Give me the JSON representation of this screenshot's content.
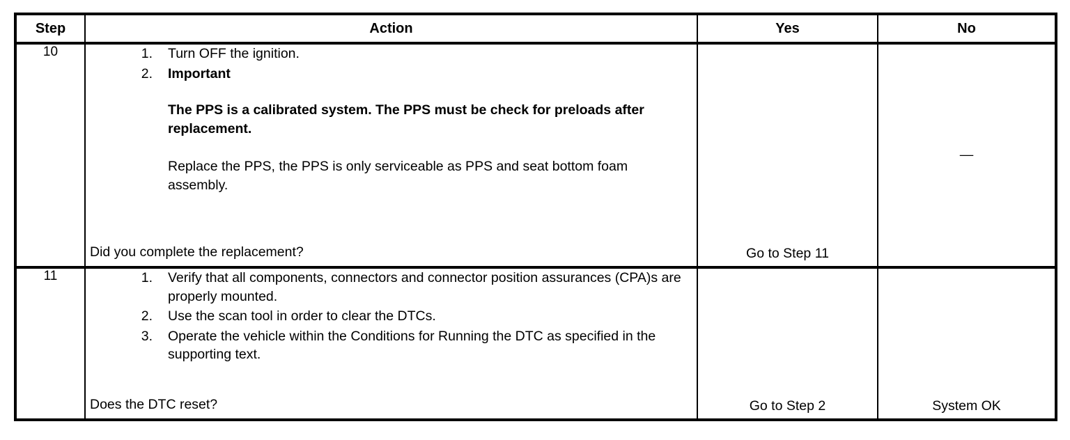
{
  "table": {
    "columns": [
      {
        "key": "step",
        "label": "Step"
      },
      {
        "key": "action",
        "label": "Action"
      },
      {
        "key": "yes",
        "label": "Yes"
      },
      {
        "key": "no",
        "label": "No"
      }
    ],
    "rows": [
      {
        "step": "10",
        "list": [
          {
            "num": "1.",
            "text": "Turn OFF the ignition.",
            "bold": false
          },
          {
            "num": "2.",
            "text": "Important",
            "bold": true
          }
        ],
        "note": "The PPS is a calibrated system. The PPS must be check for preloads after replacement.",
        "body": "Replace the PPS, the PPS is only serviceable as PPS and seat bottom foam assembly.",
        "question": "Did you complete the replacement?",
        "yes": "Go to Step 11",
        "no": "—"
      },
      {
        "step": "11",
        "list": [
          {
            "num": "1.",
            "text": "Verify that all components, connectors and connector position assurances (CPA)s are properly mounted.",
            "bold": false
          },
          {
            "num": "2.",
            "text": "Use the scan tool in order to clear the DTCs.",
            "bold": false
          },
          {
            "num": "3.",
            "text": "Operate the vehicle within the Conditions for Running the DTC as specified in the supporting text.",
            "bold": false
          }
        ],
        "question": "Does the DTC reset?",
        "yes": "Go to Step 2",
        "no": "System OK"
      }
    ]
  },
  "colors": {
    "border": "#000000",
    "background": "#ffffff",
    "text": "#000000"
  }
}
